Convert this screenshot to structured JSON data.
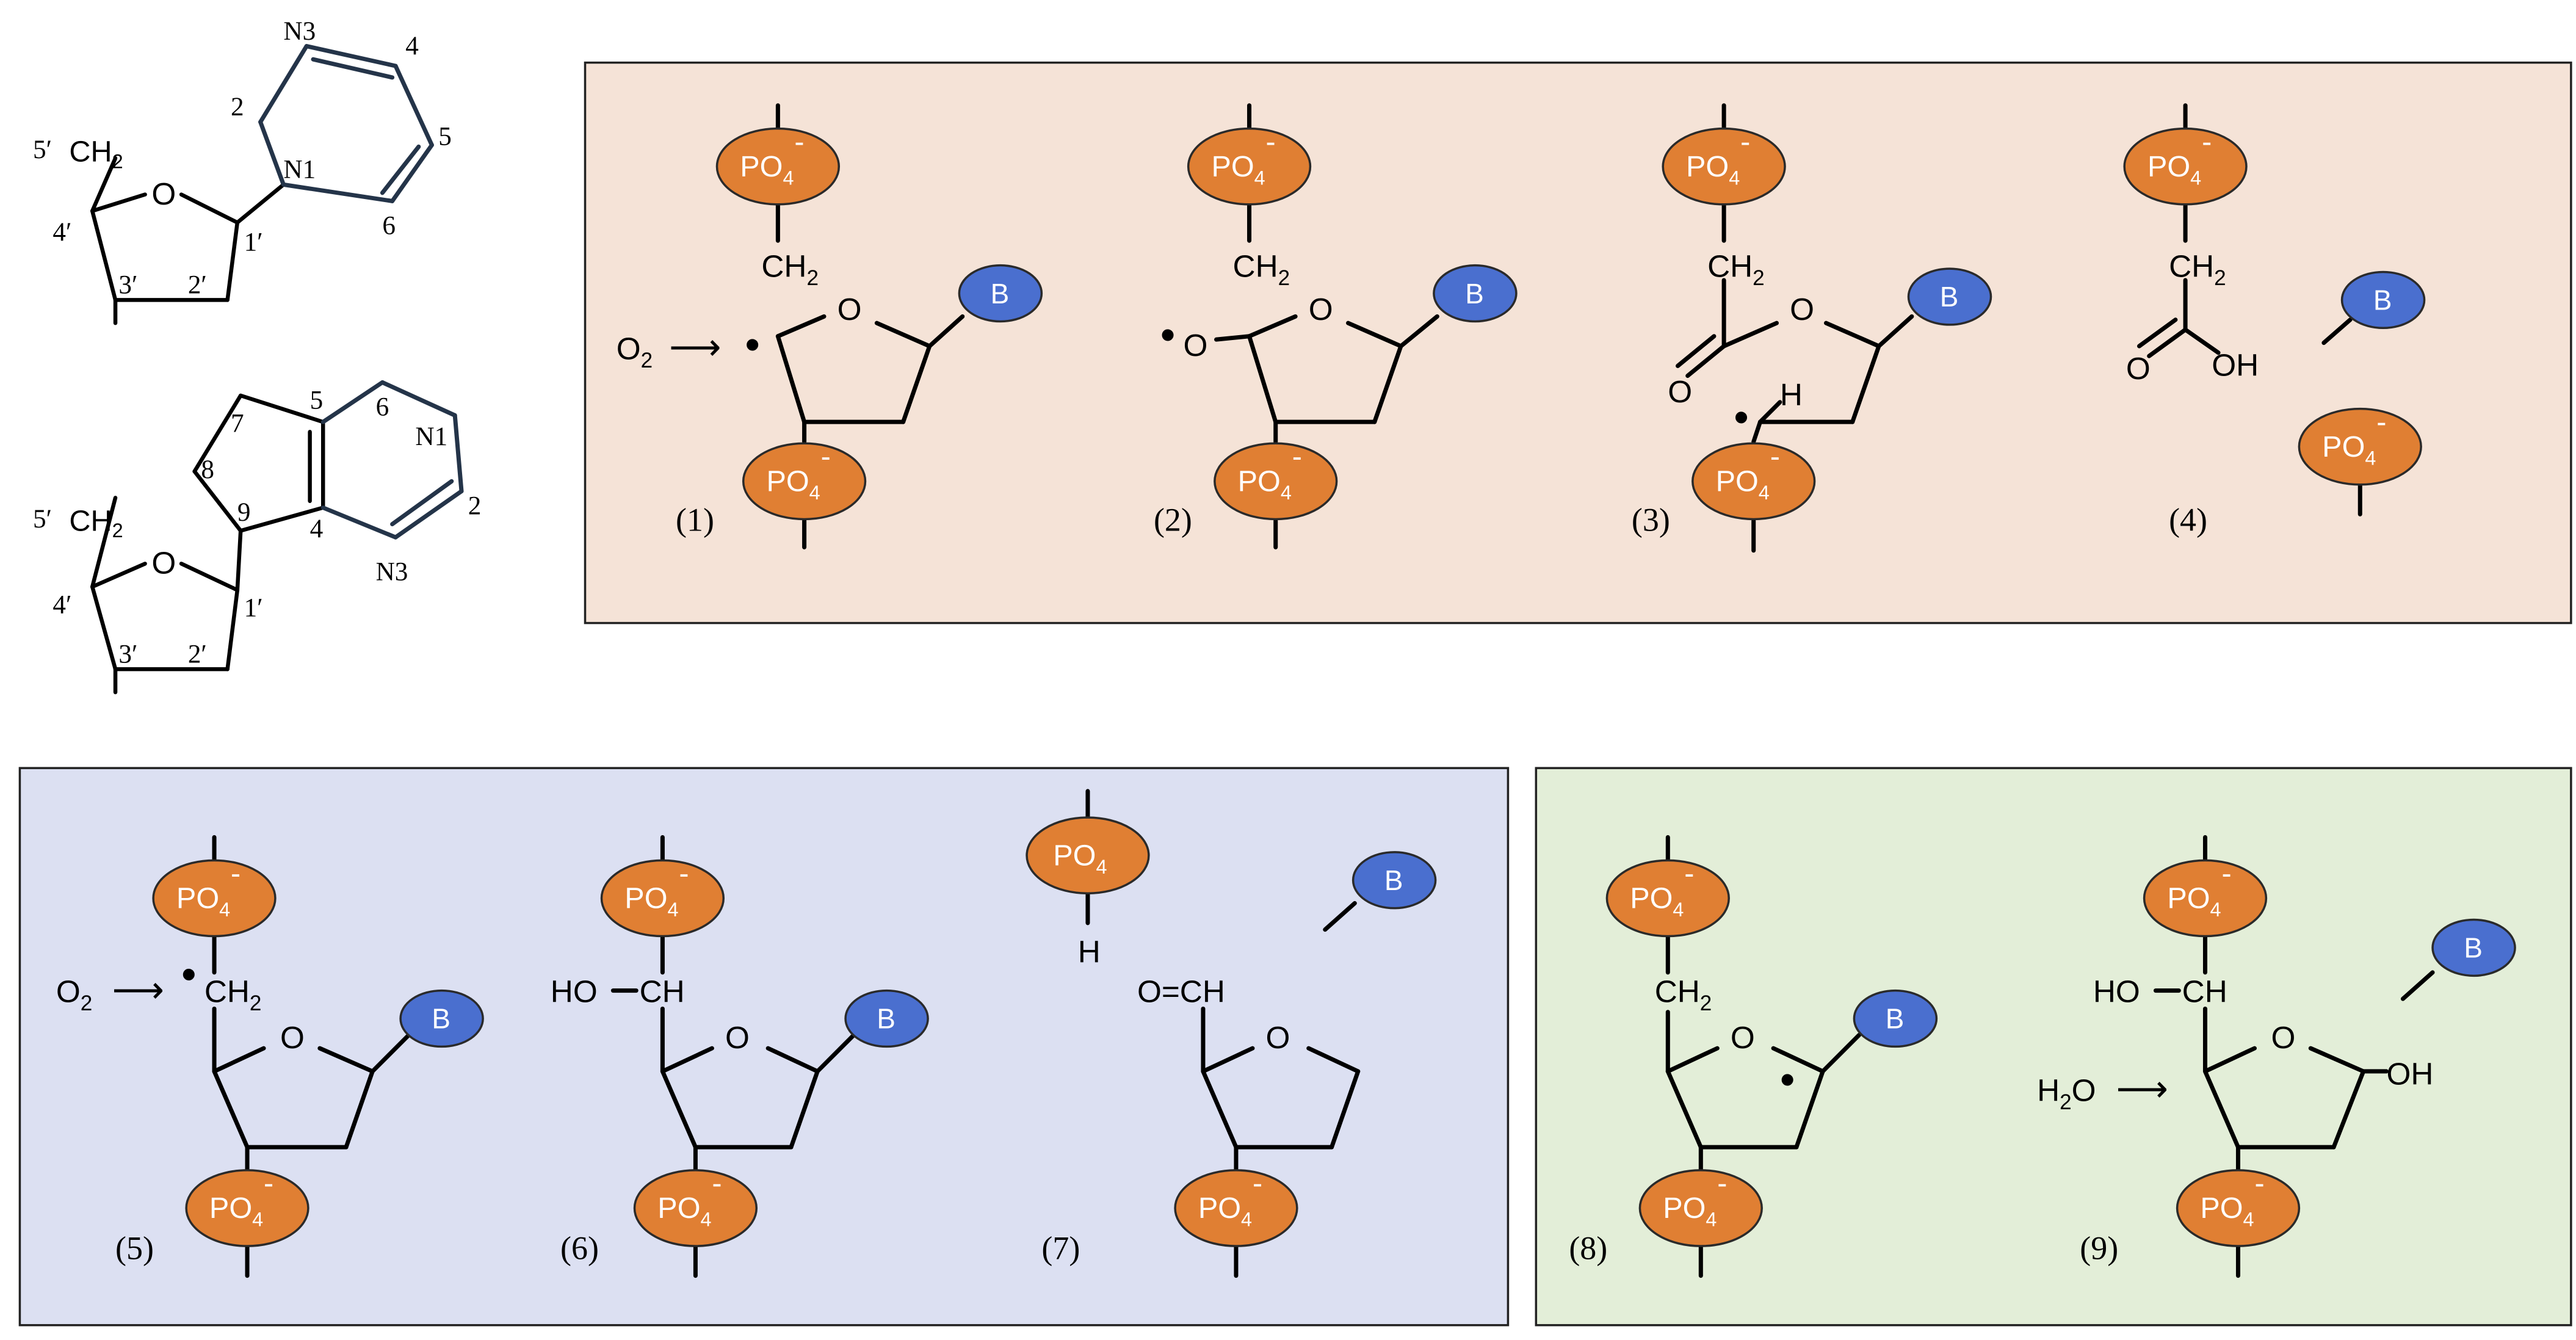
{
  "colors": {
    "panel_oxidation_5p": "#F5E3D7",
    "panel_oxidation_4p": "#DCE0F2",
    "panel_oxidation_1p": "#E3EED8",
    "phosphate": "#E07F33",
    "base": "#4A6FCF",
    "ring_outline": "#243449"
  },
  "icons": {
    "phosphate": "orange-ellipse",
    "base": "blue-ellipse"
  },
  "pyridine_nucleoside": {
    "ring_atoms": [
      "N3",
      "4",
      "5",
      "6",
      "N1",
      "2"
    ],
    "sugar_atoms": [
      "5′",
      "4′",
      "3′",
      "2′",
      "1′"
    ],
    "sugar_o": "O",
    "ch2": "CH"
  },
  "fused_nucleoside": {
    "ring_atoms": [
      "5",
      "6",
      "N1",
      "2",
      "N3",
      "4",
      "7",
      "8",
      "9"
    ],
    "sugar_atoms": [
      "5′",
      "4′",
      "3′",
      "2′",
      "1′"
    ],
    "sugar_o": "O",
    "ch2": "CH"
  },
  "labels": {
    "phosphate": "PO",
    "phosphate_sub": "4",
    "phosphate_charge": "-",
    "base": "B",
    "ch2": "CH",
    "ch2_sub": "2",
    "ring_o": "O",
    "o2": "O",
    "o2_sub": "2",
    "h2o_h": "H",
    "h2o_sub": "2",
    "h2o_o": "O",
    "arrow": "⟶",
    "radical": "•",
    "ho_ch": "HO",
    "ch": "CH",
    "oh": "OH",
    "h": "H",
    "o_eq_ch": "O=CH",
    "carbonyl_o": "O"
  },
  "steps": [
    "(1)",
    "(2)",
    "(3)",
    "(4)",
    "(5)",
    "(6)",
    "(7)",
    "(8)",
    "(9)"
  ]
}
